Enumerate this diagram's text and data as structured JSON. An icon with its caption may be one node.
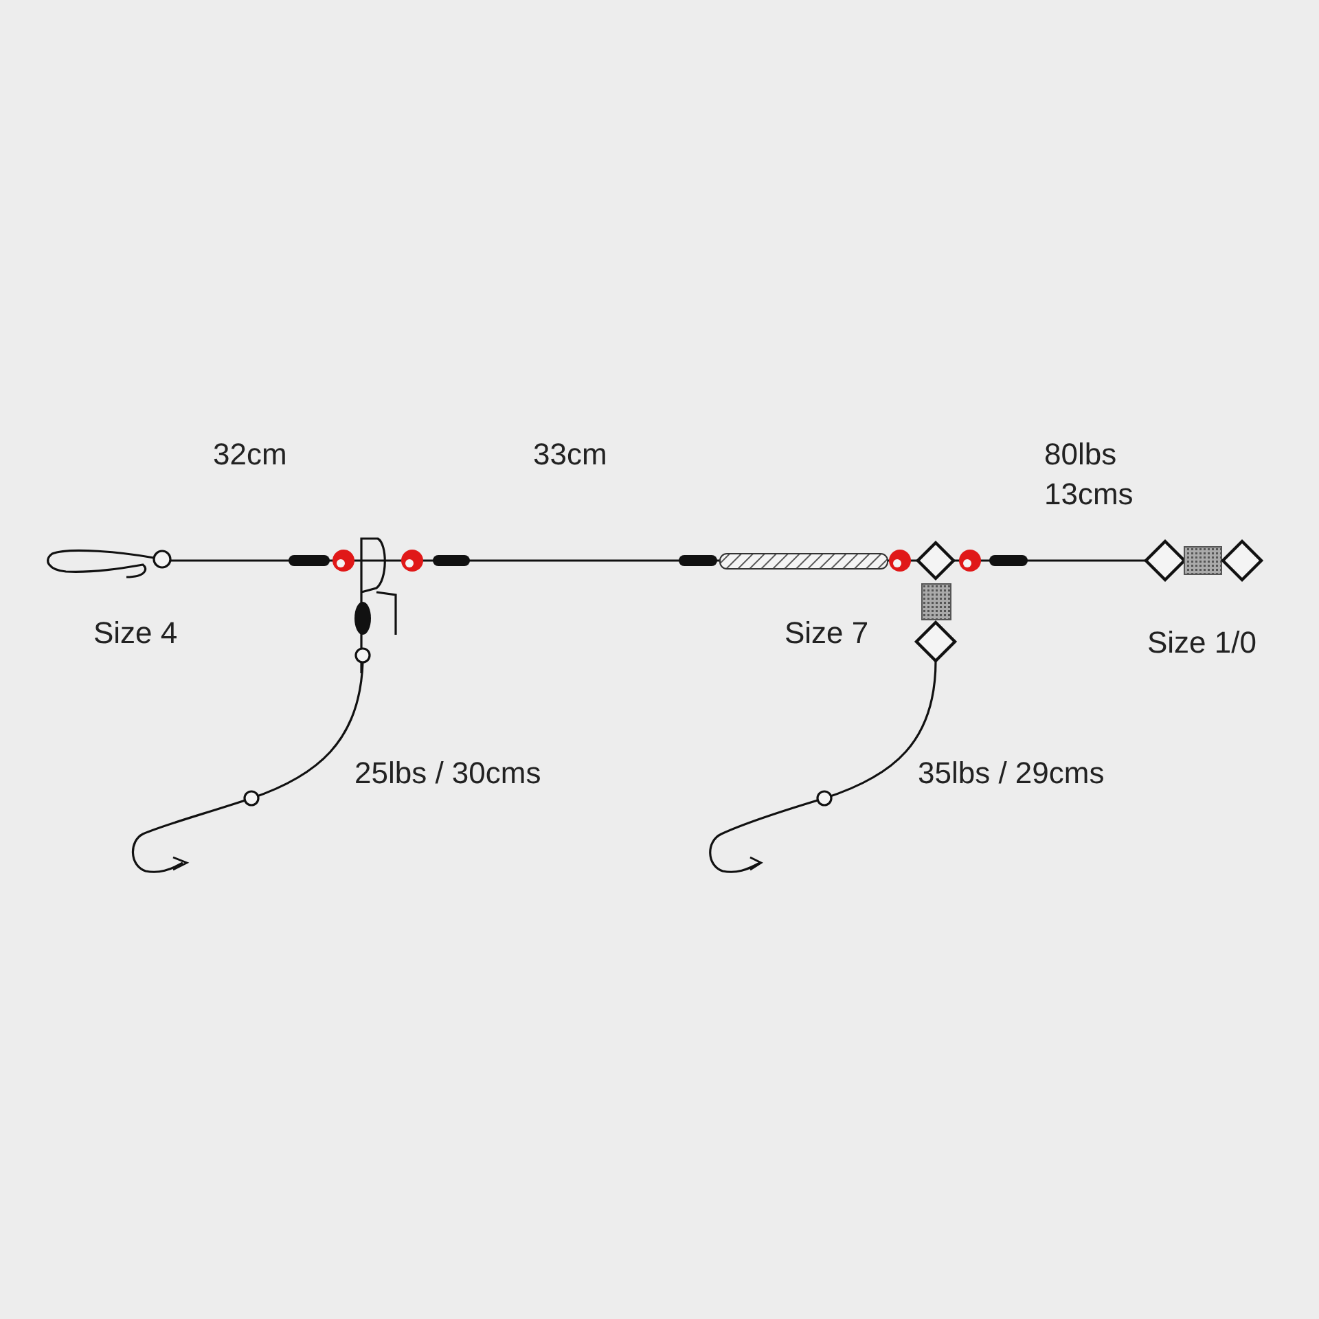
{
  "diagram": {
    "labels": [
      "32cm",
      "33cm",
      "80lbs",
      "13cms",
      "Size 4",
      "Size 7",
      "Size 1/0",
      "25lbs / 30cms",
      "35lbs / 29cms"
    ]
  }
}
